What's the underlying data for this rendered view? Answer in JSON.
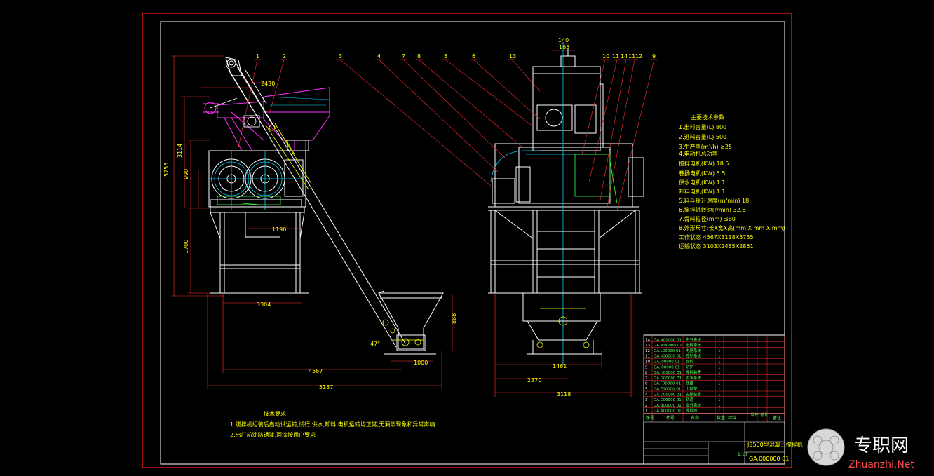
{
  "specs": {
    "title": "主要技术参数",
    "lines": [
      "1.出料容量(L)    800",
      "2.进料容量(L)    500",
      "3.生产率(m³/h)    ≥25",
      "4.电动机总功率",
      "搅拌电机(KW)   18.5",
      "卷扬电机(KW)   5.5",
      "供水电机(KW)   1.1",
      "卸料电机(KW)   1.1",
      "5.料斗提升速度(m/min) 18",
      "6.搅拌轴转速(r/min)   32.6",
      "7.骨料粒径(mm)    ≤80",
      "8.外形尺寸:长X宽X高(mm X mm X mm)",
      "工作状态  4567X3118X5755",
      "运输状态  3103X2485X2851"
    ]
  },
  "tech_requirements": {
    "title": "技术要求",
    "lines": [
      "1.搅拌机组装后启动试运转,试行,供水,卸料,电机运转均正常,无漏浆现象和异常声响.",
      "2.出厂前涂防锈漆,面漆按用户要求"
    ]
  },
  "balloons": [
    "1",
    "2",
    "3",
    "4",
    "7",
    "8",
    "5",
    "6",
    "13",
    "10",
    "11",
    "14",
    "11",
    "12",
    "9"
  ],
  "dims_side": {
    "overall_height": "5755",
    "upper_height": "3114",
    "base_length": "3304",
    "length_a": "4567",
    "length_b": "5187",
    "hopper_width": "1000",
    "hopper_height": "888",
    "angle": "47°",
    "mixer_width": "1190",
    "top_len": "2430",
    "h1": "990",
    "h2": "1700"
  },
  "dims_front": {
    "top_width": "165",
    "top_small": "140",
    "base_width": "1461",
    "width_a": "2370",
    "width_b": "3118"
  },
  "parts_table": {
    "rows": [
      [
        "14",
        "GA.N00000 01",
        "供气系统",
        "1"
      ],
      [
        "13",
        "GA.M00000 01",
        "进料系统",
        "1"
      ],
      [
        "12",
        "GA.L00000 01",
        "电器系统",
        "1"
      ],
      [
        "11",
        "GA.K00000 01",
        "控制系统",
        "1"
      ],
      [
        "10",
        "GA.J00000 01",
        "卸料",
        "1"
      ],
      [
        "9",
        "GA.I00000 01",
        "防护",
        "1"
      ],
      [
        "8",
        "GA.H00000 01",
        "搅拌装置",
        "1"
      ],
      [
        "7",
        "GA.G00000 01",
        "供水系统",
        "1"
      ],
      [
        "6",
        "GA.F00000 01",
        "底盘",
        "1"
      ],
      [
        "5",
        "GA.E00000 01",
        "上料架",
        "1"
      ],
      [
        "4",
        "GA.D00000 01",
        "支腿装置",
        "1"
      ],
      [
        "3",
        "GA.C00000 01",
        "轨道",
        "1"
      ],
      [
        "2",
        "GA.B00000 01",
        "提升系统",
        "1"
      ],
      [
        "1",
        "GA.A00000 01",
        "搅拌筒",
        "1"
      ]
    ],
    "header": [
      "序号",
      "代号",
      "名称",
      "数量",
      "材料",
      "单件 总计",
      "备注"
    ],
    "drawing_title": "JS500型混凝土搅拌机",
    "drawing_number": "GA.000000 01",
    "ratio": "1:10"
  },
  "watermark": {
    "cn": "专职网",
    "en": "Zhuanzhi.Net"
  },
  "colors": {
    "frame": "#ff2020",
    "inner_frame": "#ffffff",
    "structure": "#ffffff",
    "magenta": "#ff30ff",
    "cyan": "#00d8ff",
    "yellow": "#ffff00",
    "green": "#40ff40",
    "red": "#ff3030"
  }
}
